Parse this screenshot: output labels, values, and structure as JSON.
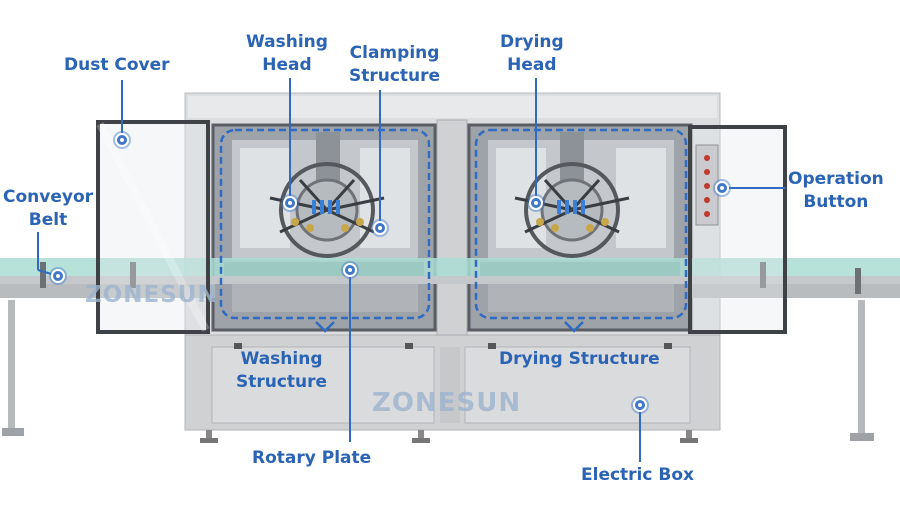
{
  "brand_watermark": "ZONESUN",
  "colors": {
    "label": "#2b63b5",
    "callout_line": "#2f6bc2",
    "machine_body": "#d9dadb",
    "frame": "#4a4d52"
  },
  "labels": {
    "dust_cover": "Dust Cover",
    "conveyor_belt": [
      "Conveyor",
      "Belt"
    ],
    "washing_head": [
      "Washing",
      "Head"
    ],
    "clamping_structure": [
      "Clamping",
      "Structure"
    ],
    "drying_head": [
      "Drying",
      "Head"
    ],
    "operation_button": [
      "Operation",
      "Button"
    ],
    "washing_structure": [
      "Washing",
      "Structure"
    ],
    "drying_structure": "Drying Structure",
    "rotary_plate": "Rotary Plate",
    "electric_box": "Electric Box"
  }
}
